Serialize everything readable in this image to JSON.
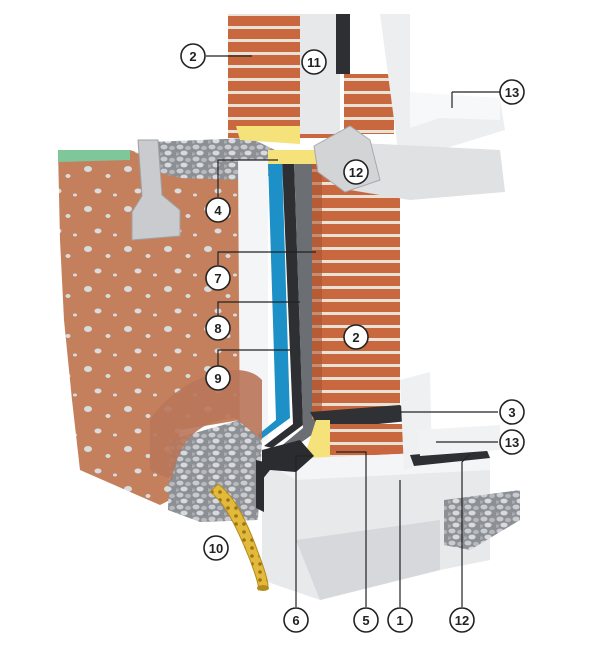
{
  "callouts": [
    {
      "id": "c2a",
      "label": "2"
    },
    {
      "id": "c11",
      "label": "11"
    },
    {
      "id": "c13a",
      "label": "13"
    },
    {
      "id": "c4",
      "label": "4"
    },
    {
      "id": "c12a",
      "label": "12"
    },
    {
      "id": "c7",
      "label": "7"
    },
    {
      "id": "c8",
      "label": "8"
    },
    {
      "id": "c2b",
      "label": "2"
    },
    {
      "id": "c9",
      "label": "9"
    },
    {
      "id": "c3",
      "label": "3"
    },
    {
      "id": "c13b",
      "label": "13"
    },
    {
      "id": "c10",
      "label": "10"
    },
    {
      "id": "c6",
      "label": "6"
    },
    {
      "id": "c5",
      "label": "5"
    },
    {
      "id": "c1",
      "label": "1"
    },
    {
      "id": "c12b",
      "label": "12"
    }
  ]
}
